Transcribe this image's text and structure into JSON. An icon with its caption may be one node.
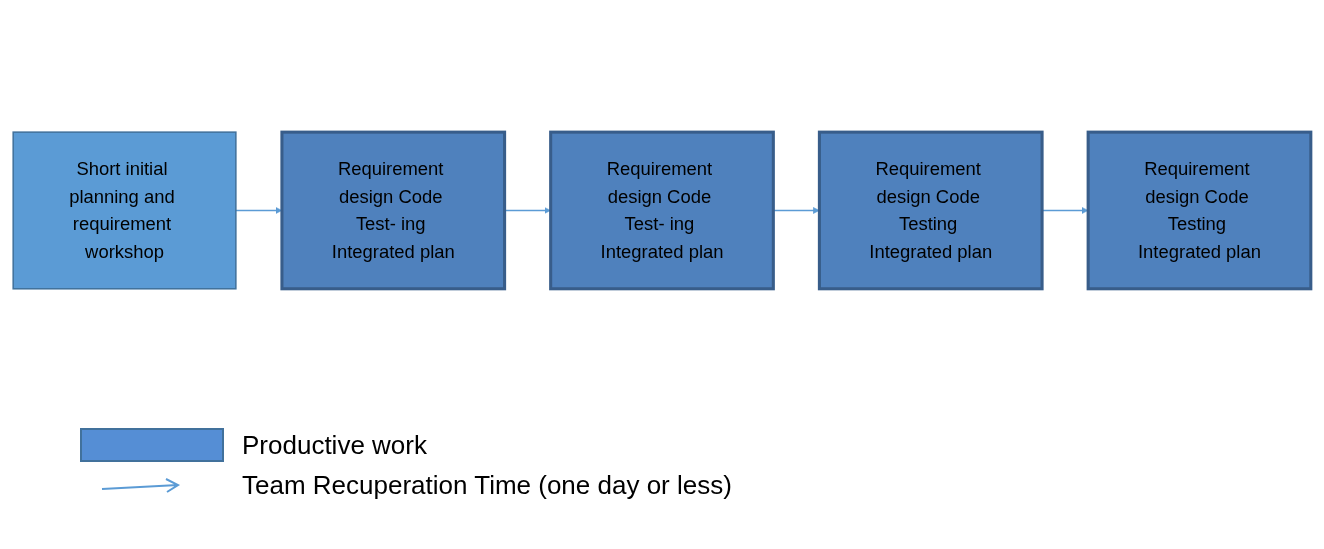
{
  "diagram": {
    "nodes": [
      {
        "text": [
          "Short initial planning and requirement workshop"
        ]
      },
      {
        "text": [
          "Requirement design Code Test- ing Integrated plan"
        ]
      },
      {
        "text": [
          "Requirement design Code Test- ing Integrated plan"
        ]
      },
      {
        "text": [
          "Requirement design Code Testing Integrated plan"
        ]
      },
      {
        "text": [
          "Requirement design Code Testing Integrated plan"
        ]
      }
    ],
    "edges": [
      {
        "from": 0,
        "to": 1,
        "arrow": "to"
      },
      {
        "from": 1,
        "to": 2,
        "arrow": "to"
      },
      {
        "from": 2,
        "to": 3,
        "arrow": "to"
      },
      {
        "from": 3,
        "to": 4,
        "arrow": "to"
      }
    ],
    "legend": [
      {
        "text": "Productive work",
        "color": "#558ed5"
      },
      {
        "text": "Team Recuperation Time (one day or less)"
      }
    ]
  }
}
